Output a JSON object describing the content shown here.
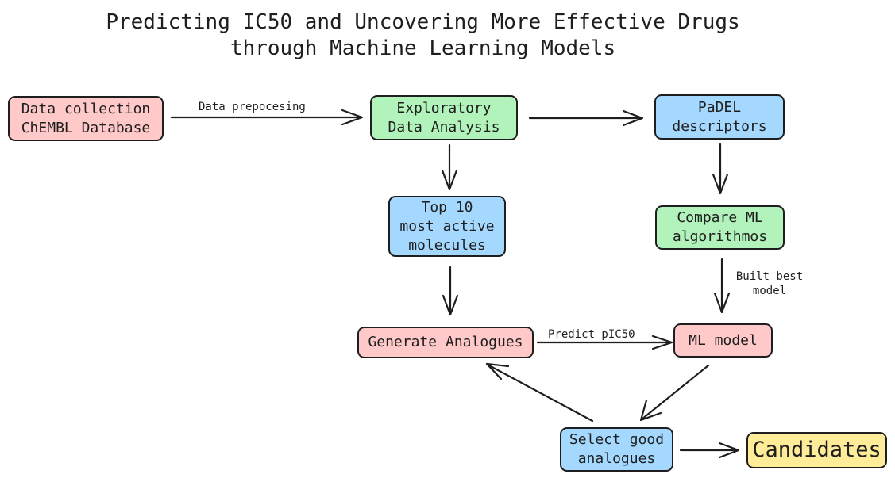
{
  "title": {
    "line1": "Predicting IC50 and Uncovering More Effective Drugs",
    "line2": "through Machine Learning Models"
  },
  "colors": {
    "pink": "#ffc9c9",
    "green": "#b2f2bb",
    "blue": "#a5d8ff",
    "yellow": "#ffec99",
    "stroke": "#1e1e1e"
  },
  "nodes": {
    "data_collection": {
      "text": "Data collection\nChEMBL Database"
    },
    "eda": {
      "text": "Exploratory\nData Analysis"
    },
    "padel": {
      "text": "PaDEL\ndescriptors"
    },
    "top10": {
      "text": "Top 10\nmost active\nmolecules"
    },
    "compare_ml": {
      "text": "Compare ML\nalgorithmos"
    },
    "generate_analogues": {
      "text": "Generate Analogues"
    },
    "ml_model": {
      "text": "ML model"
    },
    "select_analogues": {
      "text": "Select good\nanalogues"
    },
    "candidates": {
      "text": "Candidates"
    }
  },
  "edge_labels": {
    "preprocessing": "Data prepocesing",
    "built_best_model": "Built best\nmodel",
    "predict_pic50": "Predict pIC50"
  }
}
